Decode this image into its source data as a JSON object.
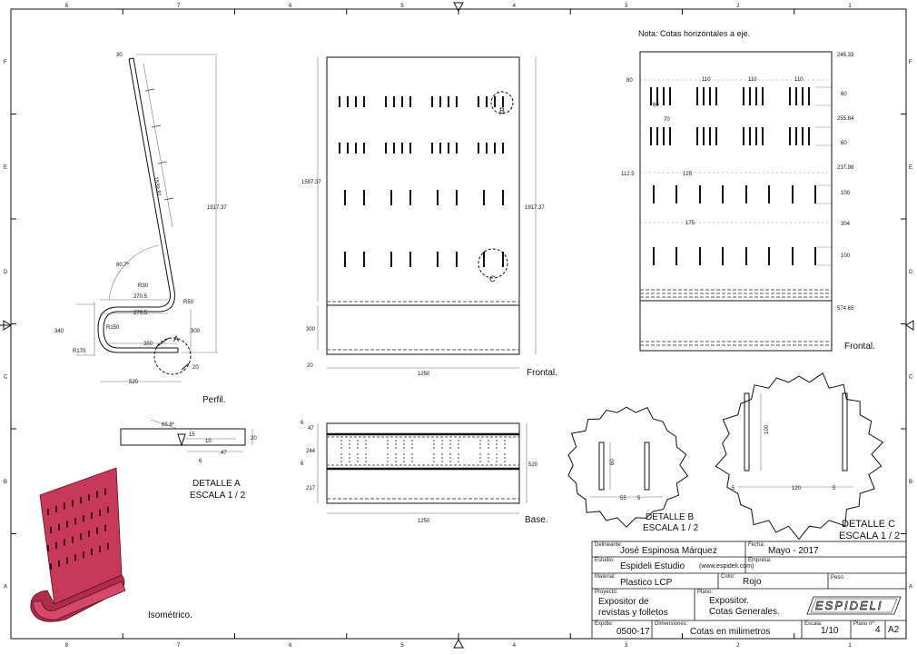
{
  "border": {
    "columns": [
      "8",
      "7",
      "6",
      "5",
      "4",
      "3",
      "2",
      "1"
    ],
    "rows": [
      "F",
      "E",
      "D",
      "C",
      "B",
      "A"
    ]
  },
  "note": "Nota: Cotas horizontales a eje.",
  "profile": {
    "label": "Perfil.",
    "dims": {
      "top": "30",
      "length": "1539.81",
      "height": "1917.37",
      "angle": "80.7º",
      "r30": "R30",
      "r50": "R50",
      "w1": "270.5",
      "w2": "270.5",
      "r150": "R150",
      "r170": "R170",
      "h340": "340",
      "h300": "300",
      "w350": "350",
      "h20": "20",
      "w520": "520",
      "callout": "A"
    }
  },
  "frontal_left": {
    "label": "Frontal.",
    "dims": {
      "h1": "1597.37",
      "h2": "1917.37",
      "h300": "300",
      "h20": "20",
      "w": "1250",
      "callout_b": "B",
      "callout_c": "C"
    }
  },
  "base": {
    "label": "Base.",
    "dims": {
      "d6a": "6",
      "d47": "47",
      "d244": "244",
      "d6b": "6",
      "d217": "217",
      "d520": "520",
      "w": "1250"
    }
  },
  "frontal_right": {
    "label": "Frontal.",
    "dims": {
      "d80": "80",
      "d110a": "110",
      "d110b": "110",
      "d110c": "110",
      "d60": "60",
      "d70": "70",
      "d112": "112.5",
      "d125": "125",
      "d175": "175",
      "r245": "245.33",
      "r60a": "60",
      "r255": "255.84",
      "r60b": "60",
      "r237": "237.98",
      "r100a": "100",
      "r304": "304",
      "r100b": "100",
      "r574": "574.65"
    }
  },
  "detail_a": {
    "title": "DETALLE  A",
    "scale": "ESCALA 1 / 2",
    "dims": {
      "angle": "65.8º",
      "d15": "15",
      "d10": "10",
      "d20": "20",
      "d47": "47",
      "d6": "6"
    }
  },
  "detail_b": {
    "title": "DETALLE  B",
    "scale": "ESCALA 1 / 2",
    "dims": {
      "d60": "60",
      "d55": "55",
      "d5": "5"
    }
  },
  "detail_c": {
    "title": "DETALLE  C",
    "scale": "ESCALA 1 / 2",
    "dims": {
      "d100": "100",
      "d5a": "5",
      "d120": "120",
      "d5b": "5"
    }
  },
  "isometric": {
    "label": "Isométrico.",
    "accent": "#c8385a"
  },
  "title_block": {
    "delineante_label": "Delineante:",
    "delineante": "José Espinosa Márquez",
    "fecha_label": "Fecha:",
    "fecha": "Mayo - 2017",
    "estudio_label": "Estudio:",
    "estudio": "Espideli Estudio",
    "estudio_web": "(www.espideli.com)",
    "empresa_label": "Empresa:",
    "material_label": "Material:",
    "material": "Plastico LCP",
    "color_label": "Color:",
    "color": "Rojo",
    "peso_label": "Peso:",
    "proyecto_label": "Proyecto:",
    "proyecto_1": "Expositor de",
    "proyecto_2": "revistas y folletos",
    "plano_label": "Plano:",
    "plano_1": "Expositor.",
    "plano_2": "Cotas Generales.",
    "logo": "ESPIDELI",
    "expdte_label": "Expdte:",
    "expdte": "0500-17",
    "dimensiones_label": "Dimensiones:",
    "dimensiones": "Cotas en milimetros",
    "escala_label": "Escala:",
    "escala": "1/10",
    "plano_n_label": "Plano nº:",
    "plano_n": "4",
    "formato": "A2"
  }
}
